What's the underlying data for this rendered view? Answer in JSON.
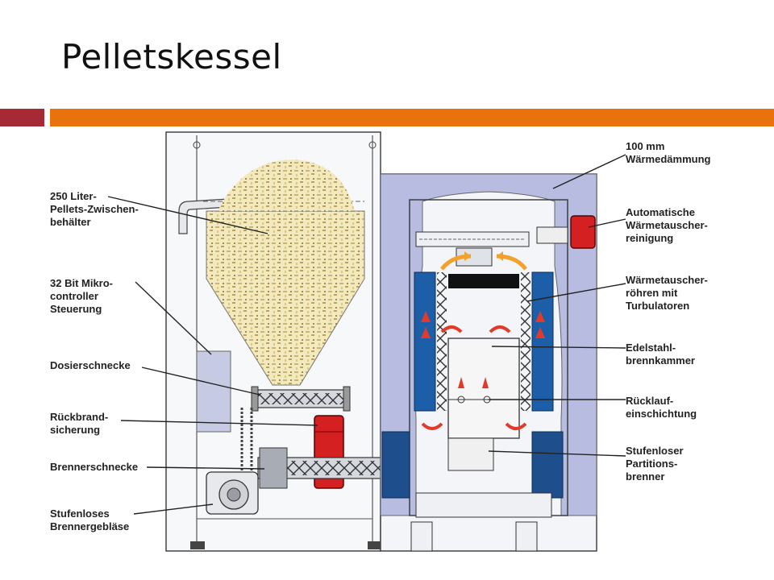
{
  "slide": {
    "title": "Pelletskessel",
    "accent_dark": "#A52A35",
    "accent": "#E8730C"
  },
  "diagram": {
    "labels_left": {
      "hopper": "250 Liter-\nPellets-Zwischen-\nbehälter",
      "controller": "32 Bit Mikro-\ncontroller\nSteuerung",
      "dosing_screw": "Dosierschnecke",
      "burnback": "Rückbrand-\nsicherung",
      "burner_screw": "Brennerschnecke",
      "blower": "Stufenloses\nBrennergebläse"
    },
    "labels_right": {
      "insulation": "100 mm\nWärmedämmung",
      "hx_cleaning": "Automatische\nWärmetauscher-\nreinigung",
      "hx_tubes": "Wärmetauscher-\nröhren mit\nTurbulatoren",
      "chamber": "Edelstahl-\nbrennkammer",
      "return_layer": "Rücklauf-\neinschichtung",
      "burner": "Stufenloser\nPartitions-\nbrenner"
    },
    "colors": {
      "insulation": "#B7BCE0",
      "tube_blue": "#1C5EA8",
      "burnback_red": "#D42020",
      "pellet": "#EFE2A6",
      "flame_red": "#E23A2A",
      "flow_orange": "#F2A12A",
      "housing_gray": "#E4E6EA",
      "panel_blue": "#BFC4E0"
    }
  }
}
